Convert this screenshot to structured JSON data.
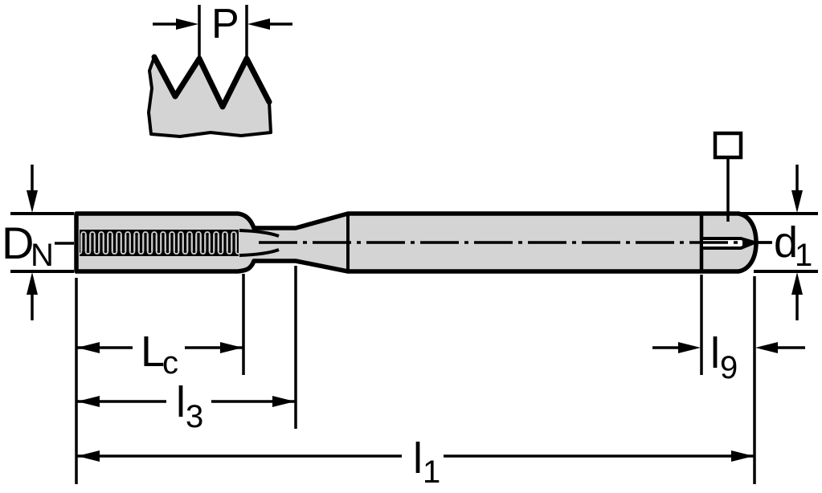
{
  "drawing": {
    "subject": "machine-tap-dimensional-drawing",
    "colors": {
      "line": "#000000",
      "body_fill": "#d4d4d4",
      "background": "#ffffff",
      "thread_band": "#000000",
      "thread_band_detail": "#cccccc"
    },
    "labels": {
      "pitch": {
        "main": "P",
        "sub": ""
      },
      "nominal_diameter": {
        "main": "D",
        "sub": "N"
      },
      "shank_diameter": {
        "main": "d",
        "sub": "1"
      },
      "chamfer_length": {
        "main": "L",
        "sub": "c"
      },
      "neck_length": {
        "main": "l",
        "sub": "3"
      },
      "square_length": {
        "main": "l",
        "sub": "9"
      },
      "overall_length": {
        "main": "l",
        "sub": "1"
      }
    },
    "symbols": {
      "square_drive": "square-outline"
    }
  }
}
